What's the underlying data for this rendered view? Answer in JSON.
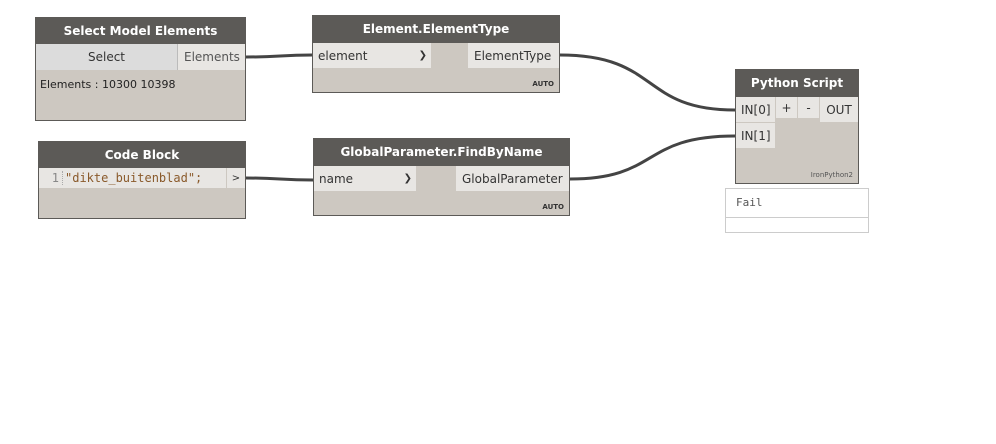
{
  "nodes": {
    "select_model": {
      "title": "Select Model Elements",
      "button": "Select",
      "output": "Elements",
      "info": "Elements : 10300 10398"
    },
    "element_type": {
      "title": "Element.ElementType",
      "input": "element",
      "output": "ElementType",
      "lacing": "AUTO",
      "arrow": "❯"
    },
    "code_block": {
      "title": "Code Block",
      "line_number": "1",
      "code": "\"dikte_buitenblad\";",
      "output": ">"
    },
    "find_by_name": {
      "title": "GlobalParameter.FindByName",
      "input": "name",
      "output": "GlobalParameter",
      "lacing": "AUTO",
      "arrow": "❯"
    },
    "python": {
      "title": "Python Script",
      "in0": "IN[0]",
      "in1": "IN[1]",
      "add": "+",
      "remove": "-",
      "output": "OUT",
      "engine": "IronPython2",
      "preview": "Fail"
    }
  }
}
